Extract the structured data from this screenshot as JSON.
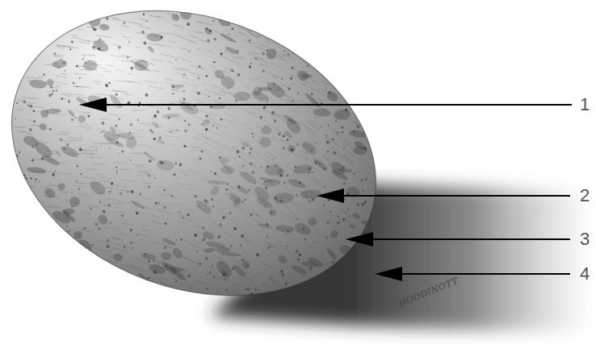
{
  "diagram": {
    "labels": [
      "1",
      "2",
      "3",
      "4",
      "HOODINOTT"
    ]
  }
}
